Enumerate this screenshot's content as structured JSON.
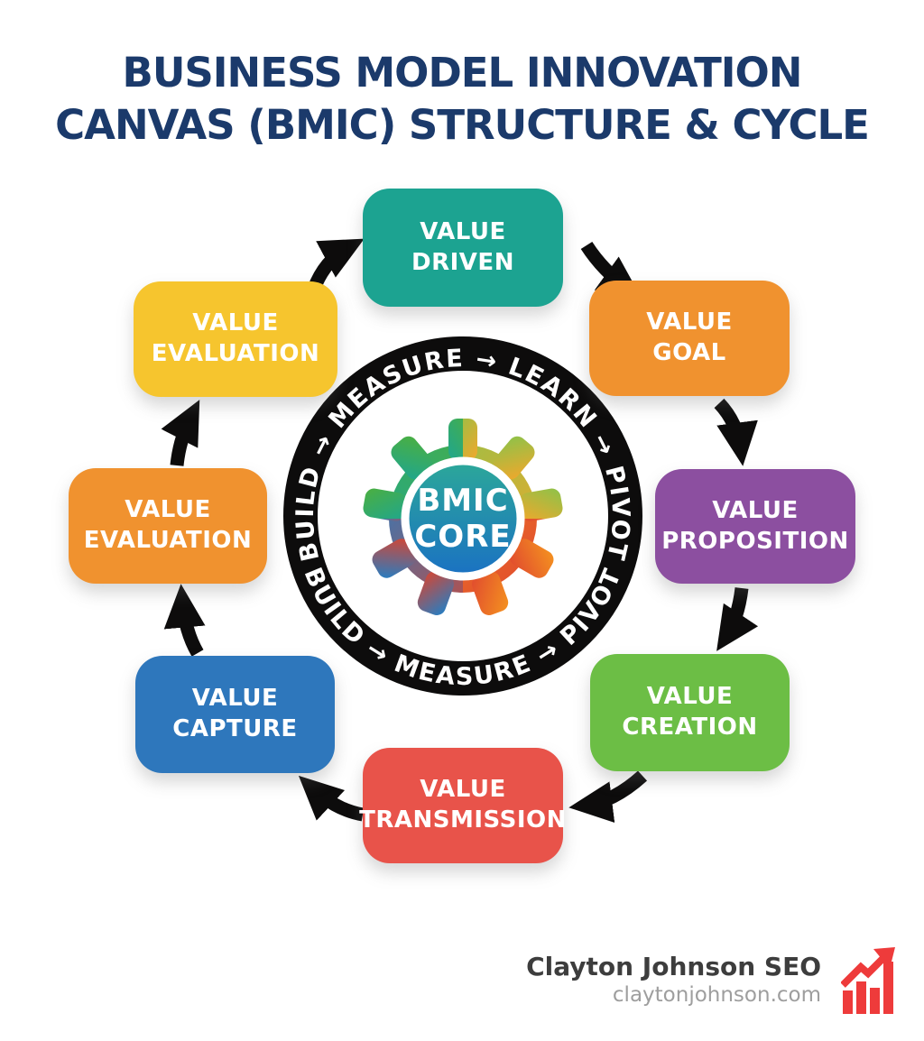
{
  "title": {
    "line1": "BUSINESS MODEL INNOVATION",
    "line2": "CANVAS (BMIC) STRUCTURE & CYCLE"
  },
  "core": {
    "ring_text_top": "BUILD → MEASURE → LEARN → PIVOT",
    "ring_text_bottom": "BUILD → MEASURE → PIVOT",
    "label_line1": "BMIC",
    "label_line2": "CORE",
    "ring_color": "#0d0c0c",
    "gear_icon": "gradient-gear-icon",
    "gear_colors": {
      "top_left": "#1fa68f",
      "top_right": "#f2a72b",
      "bottom_right": "#e0492f",
      "bottom_left": "#1e80c9"
    },
    "core_circle_colors": {
      "top": "#2ca899",
      "bottom": "#1a71c3"
    }
  },
  "nodes": [
    {
      "id": "value-driven",
      "line1": "VALUE",
      "line2": "DRIVEN",
      "color": "#1ca391"
    },
    {
      "id": "value-goal",
      "line1": "VALUE",
      "line2": "GOAL",
      "color": "#f0922f"
    },
    {
      "id": "value-proposition",
      "line1": "VALUE",
      "line2": "PROPOSITION",
      "color": "#8c4fa0"
    },
    {
      "id": "value-creation",
      "line1": "VALUE",
      "line2": "CREATION",
      "color": "#6cbe45"
    },
    {
      "id": "value-transmission",
      "line1": "VALUE",
      "line2": "TRANSMISSION",
      "color": "#e8534a"
    },
    {
      "id": "value-capture",
      "line1": "VALUE",
      "line2": "CAPTURE",
      "color": "#2e77bc"
    },
    {
      "id": "value-evaluation-left",
      "line1": "VALUE",
      "line2": "EVALUATION",
      "color": "#f0922f"
    },
    {
      "id": "value-evaluation-top-left",
      "line1": "VALUE",
      "line2": "EVALUATION",
      "color": "#f6c52e"
    }
  ],
  "footer": {
    "brand": "Clayton Johnson SEO",
    "website": "claytonjohnson.com",
    "icon": "rising-bar-chart-icon",
    "icon_color": "#ee3b3b"
  },
  "colors": {
    "title": "#1b3a6b",
    "background": "#ffffff",
    "arrow": "#0d0c0c",
    "node_text": "#ffffff"
  }
}
